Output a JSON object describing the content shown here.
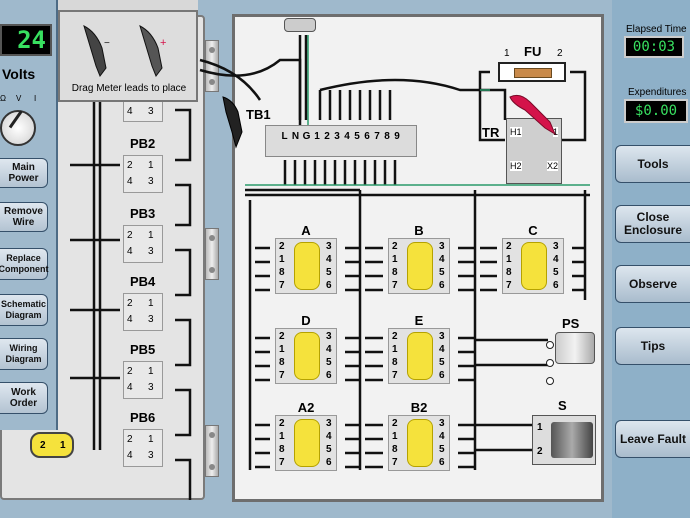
{
  "volt_meter": {
    "reading": "24",
    "unit": "Volts",
    "dial_marks": [
      "Ω",
      "V",
      "I"
    ]
  },
  "meter_tray": {
    "caption": "Drag Meter leads to place"
  },
  "left_tools": [
    {
      "label": "Main Power"
    },
    {
      "label": "Remove Wire"
    },
    {
      "label": "Replace Component"
    },
    {
      "label": "Schematic Diagram"
    },
    {
      "label": "Wiring Diagram"
    },
    {
      "label": "Work Order"
    }
  ],
  "door": {
    "pushbuttons": [
      {
        "name": "PB2",
        "t1": "2",
        "t2": "1",
        "t3": "4",
        "t4": "3"
      },
      {
        "name": "PB3",
        "t1": "2",
        "t2": "1",
        "t3": "4",
        "t4": "3"
      },
      {
        "name": "PB4",
        "t1": "2",
        "t2": "1",
        "t3": "4",
        "t4": "3"
      },
      {
        "name": "PB5",
        "t1": "2",
        "t2": "1",
        "t3": "4",
        "t4": "3"
      },
      {
        "name": "PB6",
        "t1": "2",
        "t2": "1",
        "t3": "4",
        "t4": "3"
      }
    ],
    "top_block": {
      "t3": "4",
      "t4": "3"
    },
    "bottom_device": {
      "t1": "2",
      "t2": "1"
    }
  },
  "terminal_block": {
    "name": "TB1",
    "terminals": [
      "L",
      "N",
      "G",
      "1",
      "2",
      "3",
      "4",
      "5",
      "6",
      "7",
      "8",
      "9"
    ]
  },
  "fuse": {
    "name": "FU",
    "left": "1",
    "right": "2"
  },
  "transformer": {
    "name": "TR",
    "h1": "H1",
    "h2": "H2",
    "x1": "1",
    "x2": "X2"
  },
  "relays": [
    {
      "name": "A",
      "pins": [
        "2",
        "1",
        "8",
        "7",
        "3",
        "4",
        "5",
        "6"
      ]
    },
    {
      "name": "B",
      "pins": [
        "2",
        "1",
        "8",
        "7",
        "3",
        "4",
        "5",
        "6"
      ]
    },
    {
      "name": "C",
      "pins": [
        "2",
        "1",
        "8",
        "7",
        "3",
        "4",
        "5",
        "6"
      ]
    },
    {
      "name": "D",
      "pins": [
        "2",
        "1",
        "8",
        "7",
        "3",
        "4",
        "5",
        "6"
      ]
    },
    {
      "name": "E",
      "pins": [
        "2",
        "1",
        "8",
        "7",
        "3",
        "4",
        "5",
        "6"
      ]
    },
    {
      "name": "A2",
      "pins": [
        "2",
        "1",
        "8",
        "7",
        "3",
        "4",
        "5",
        "6"
      ]
    },
    {
      "name": "B2",
      "pins": [
        "2",
        "1",
        "8",
        "7",
        "3",
        "4",
        "5",
        "6"
      ]
    }
  ],
  "power_supply": {
    "name": "PS"
  },
  "solenoid": {
    "name": "S",
    "t1": "1",
    "t2": "2"
  },
  "right_panel": {
    "elapsed_label": "Elapsed Time",
    "elapsed_value": "00:03",
    "expenditures_label": "Expenditures",
    "expenditures_value": "$0.00",
    "buttons": [
      "Tools",
      "Close Enclosure",
      "Observe",
      "Tips",
      "Leave Fault"
    ]
  }
}
